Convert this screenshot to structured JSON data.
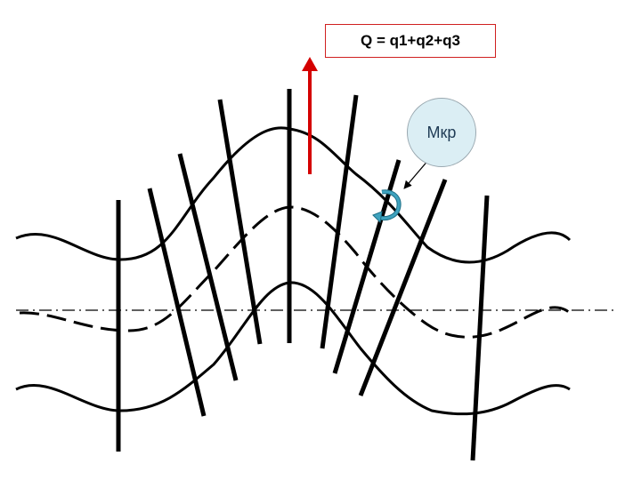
{
  "formula": "Q = q1+q2+q3",
  "moment_label": "Мкр",
  "colors": {
    "line": "#000000",
    "load_arrow": "#d40000",
    "formula_border": "#d02020",
    "bubble_fill": "#dbeef4",
    "rotation_arrow_fill": "#3fa3bf"
  },
  "elements": {
    "curves": [
      "upper-solid-curve",
      "middle-dashed-curve",
      "lower-solid-curve",
      "axis-dash-dot-line"
    ],
    "bars_count": 9,
    "load_arrow": "vertical-load-arrow",
    "rotation_icon": "rotation-arrow-icon"
  }
}
